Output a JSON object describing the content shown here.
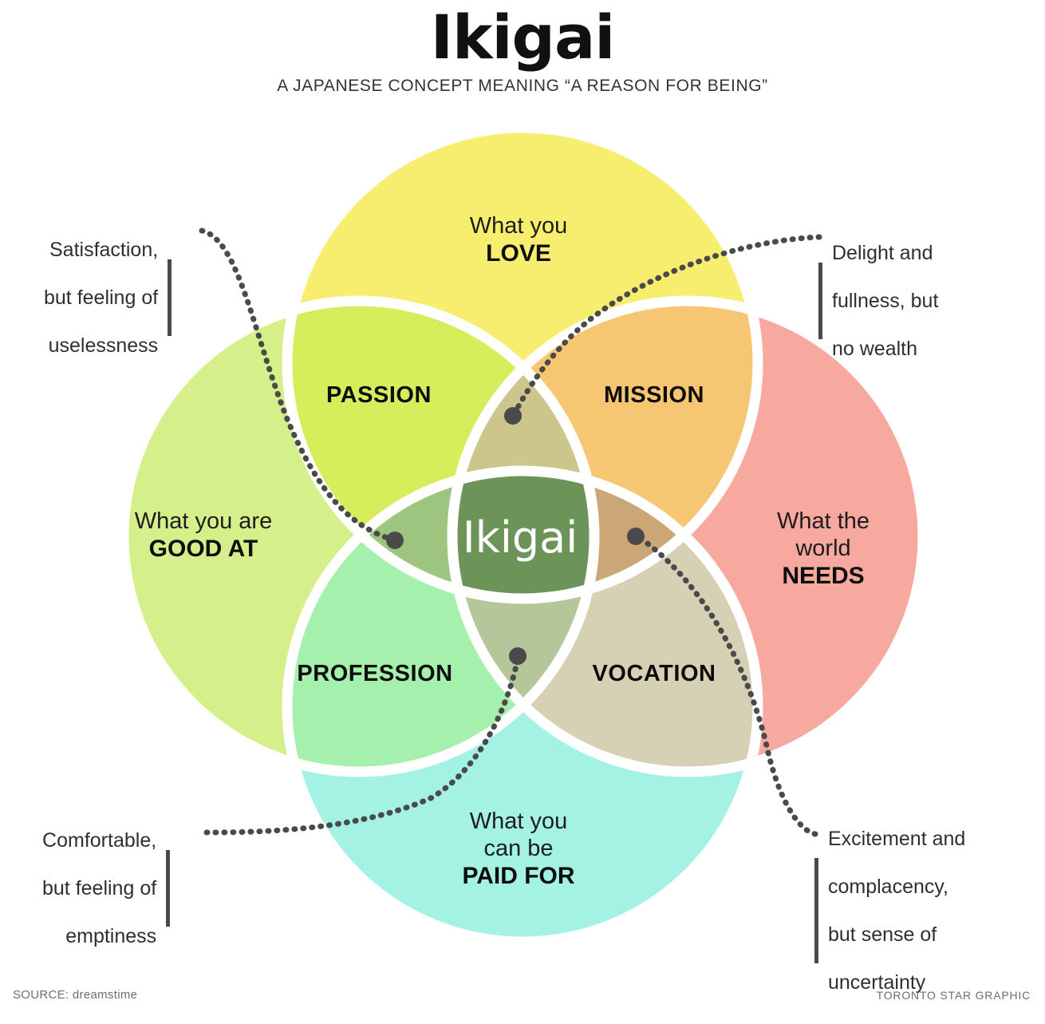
{
  "header": {
    "title": "Ikigai",
    "subtitle": "A JAPANESE CONCEPT MEANING “A REASON FOR BEING”"
  },
  "chart_data": {
    "type": "diagram",
    "subtype": "venn-4-circle",
    "title": "Ikigai",
    "subtitle": "A JAPANESE CONCEPT MEANING “A REASON FOR BEING”",
    "center_label": "Ikigai",
    "sets": [
      {
        "id": "love",
        "label_line1": "What you",
        "label_line2": "",
        "label_bold": "LOVE",
        "color": "#f7ee6f",
        "position": "top"
      },
      {
        "id": "good_at",
        "label_line1": "What you are",
        "label_line2": "",
        "label_bold": "GOOD AT",
        "color": "#d5f08a",
        "position": "left"
      },
      {
        "id": "needs",
        "label_line1": "What the",
        "label_line2": "world",
        "label_bold": "NEEDS",
        "color": "#f7a9a0",
        "position": "right"
      },
      {
        "id": "paid_for",
        "label_line1": "What you",
        "label_line2": "can be",
        "label_bold": "PAID FOR",
        "color": "#a4f2e4",
        "position": "bottom"
      }
    ],
    "pairwise_intersections": [
      {
        "id": "passion",
        "label": "PASSION",
        "sets": [
          "love",
          "good_at"
        ],
        "color": "#d8ed5c"
      },
      {
        "id": "mission",
        "label": "MISSION",
        "sets": [
          "love",
          "needs"
        ],
        "color": "#f7c672"
      },
      {
        "id": "profession",
        "label": "PROFESSION",
        "sets": [
          "good_at",
          "paid_for"
        ],
        "color": "#a5f0ac"
      },
      {
        "id": "vocation",
        "label": "VOCATION",
        "sets": [
          "needs",
          "paid_for"
        ],
        "color": "#d6d0b4"
      }
    ],
    "triple_intersections": [
      {
        "id": "love-goodat-paidfor",
        "color": "#9ec57f",
        "note": "Satisfaction, but feeling of uselessness"
      },
      {
        "id": "love-goodat-needs",
        "color": "#cdc68c",
        "note": "Delight and fullness, but no wealth"
      },
      {
        "id": "goodat-paidfor-needs",
        "color": "#b5c79a",
        "note": "Comfortable, but feeling of emptiness"
      },
      {
        "id": "love-needs-paidfor",
        "color": "#cba676",
        "note": "Excitement and complacency, but sense of uncertainty"
      }
    ],
    "center_intersection": {
      "label": "Ikigai",
      "color": "#6d9458"
    },
    "annotations": [
      {
        "id": "top-left",
        "text": "Satisfaction,\nbut feeling of\nuselessness",
        "side": "left",
        "points_to": "love-goodat-paidfor"
      },
      {
        "id": "top-right",
        "text": "Delight and\nfullness, but\nno wealth",
        "side": "right",
        "points_to": "love-goodat-needs"
      },
      {
        "id": "bottom-left",
        "text": "Comfortable,\nbut feeling of\nemptiness",
        "side": "left",
        "points_to": "goodat-paidfor-needs"
      },
      {
        "id": "bottom-right",
        "text": "Excitement and\ncomplacency,\nbut sense of\nuncertainty",
        "side": "right",
        "points_to": "love-needs-paidfor"
      }
    ]
  },
  "circles": {
    "love": {
      "line1": "What you",
      "line2": "",
      "bold": "LOVE"
    },
    "good_at": {
      "line1": "What you are",
      "line2": "",
      "bold": "GOOD AT"
    },
    "needs": {
      "line1": "What the",
      "line2": "world",
      "bold": "NEEDS"
    },
    "paid_for": {
      "line1": "What you",
      "line2": "can be",
      "bold": "PAID FOR"
    }
  },
  "intersections": {
    "passion": "PASSION",
    "mission": "MISSION",
    "profession": "PROFESSION",
    "vocation": "VOCATION",
    "center": "Ikigai"
  },
  "annotations": {
    "top_left": {
      "l1": "Satisfaction,",
      "l2": "but feeling of",
      "l3": "uselessness",
      "l4": ""
    },
    "top_right": {
      "l1": "Delight and",
      "l2": "fullness, but",
      "l3": "no wealth",
      "l4": ""
    },
    "bottom_left": {
      "l1": "Comfortable,",
      "l2": "but feeling of",
      "l3": "emptiness",
      "l4": ""
    },
    "bottom_right": {
      "l1": "Excitement and",
      "l2": "complacency,",
      "l3": "but sense of",
      "l4": "uncertainty"
    }
  },
  "footer": {
    "source": "SOURCE: dreamstime",
    "credit": "TORONTO STAR GRAPHIC"
  },
  "colors": {
    "love": "#f7ee6f",
    "good_at": "#d5f08a",
    "needs": "#f7a9a0",
    "paid_for": "#a4f2e4",
    "passion": "#d8ed5c",
    "mission": "#f7c672",
    "profession": "#a5f0ac",
    "vocation": "#d6d0b4",
    "center": "#6d9458",
    "leader": "#4a4a4a",
    "separator": "#ffffff"
  }
}
